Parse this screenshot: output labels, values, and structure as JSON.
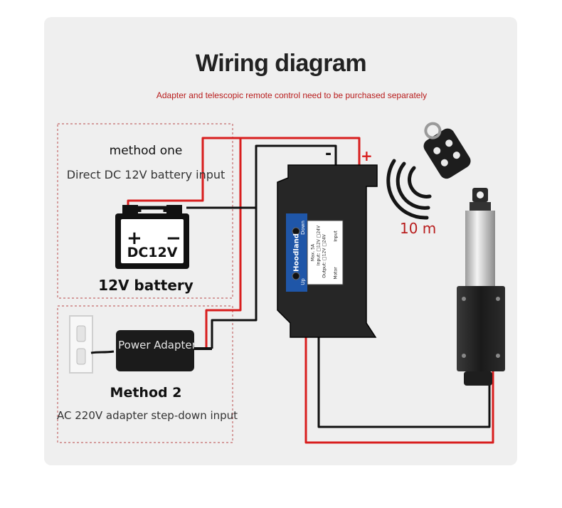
{
  "title": "Wiring diagram",
  "subtitle": "Adapter and telescopic remote control need to be purchased separately",
  "method_one": {
    "heading": "method one",
    "description": "Direct DC 12V battery input",
    "battery_face": "DC12V",
    "battery_plus": "+",
    "battery_minus": "−",
    "battery_label": "12V battery"
  },
  "method_two": {
    "heading": "Method 2",
    "description": "AC 220V adapter step-down input",
    "adapter_label": "Power Adapter"
  },
  "controller": {
    "brand": "Hoodland",
    "label_down": "Down",
    "label_up": "Up",
    "label_input": "Input",
    "label_motor": "Motor",
    "spec_max": "Max. 5A",
    "spec_input": "Input: □12V □24V",
    "spec_output": "Output: □12V □24V",
    "terminal_minus": "-",
    "terminal_plus": "+"
  },
  "remote_range": "10 m",
  "colors": {
    "positive_wire": "#d81e1e",
    "negative_wire": "#111111",
    "accent_red": "#b81c1c",
    "controller_label_blue": "#1f56a8",
    "panel_bg": "#efefef",
    "dashed_border": "#c46a6a"
  }
}
